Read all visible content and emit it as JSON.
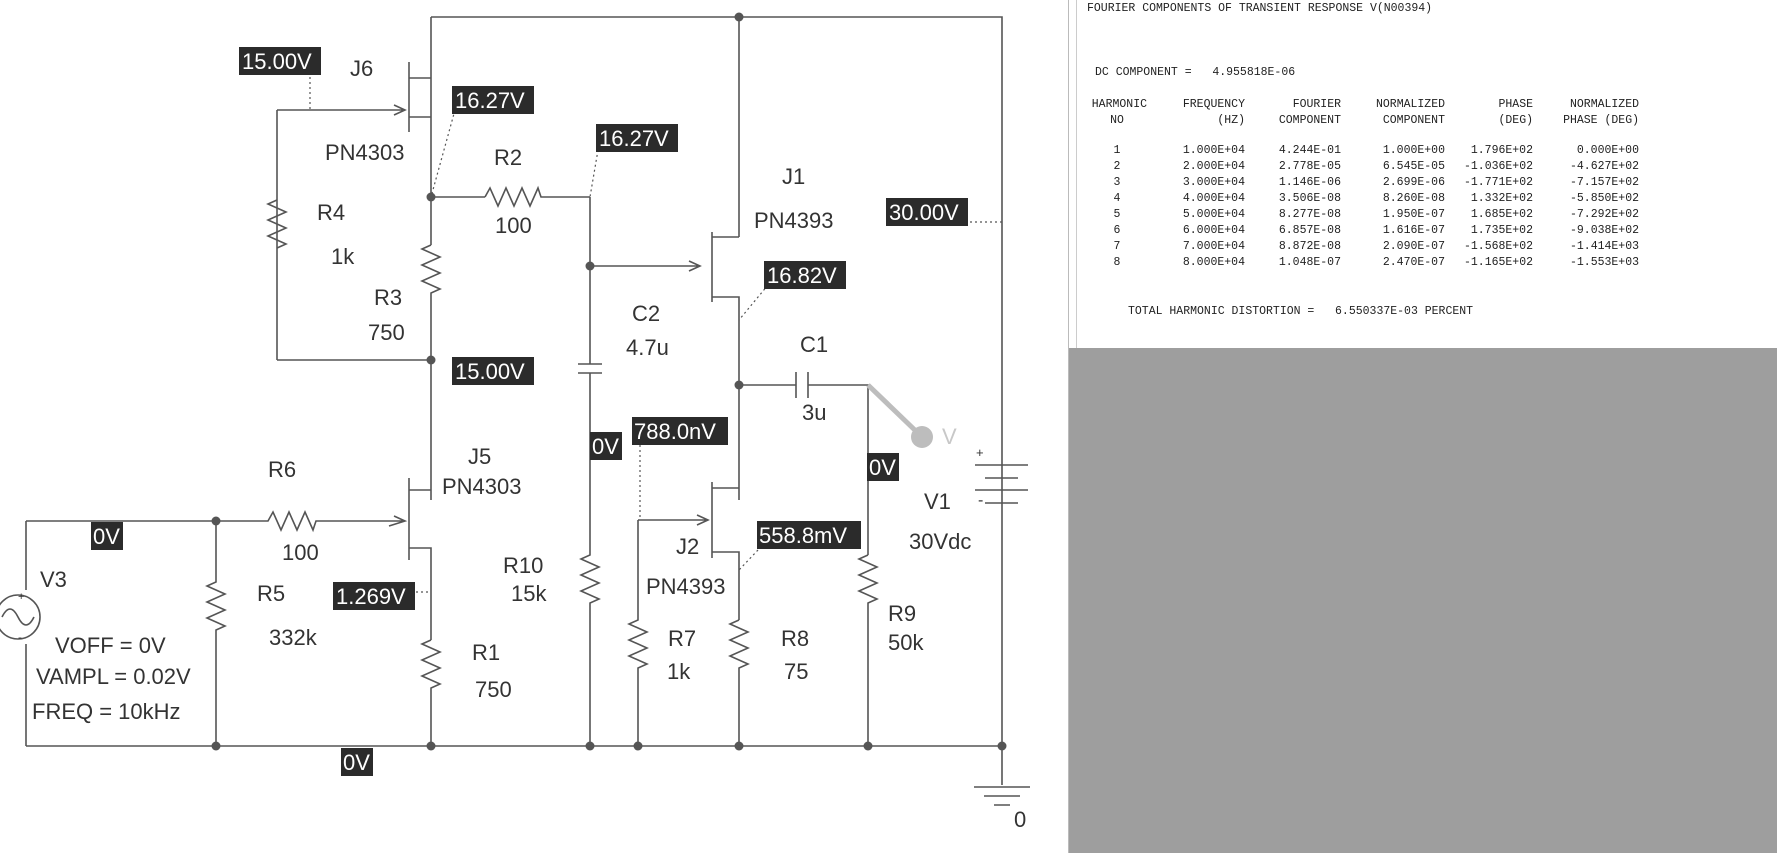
{
  "schematic": {
    "components": {
      "J6": {
        "ref": "J6",
        "model": "PN4303"
      },
      "J5": {
        "ref": "J5",
        "model": "PN4303"
      },
      "J1": {
        "ref": "J1",
        "model": "PN4393"
      },
      "J2": {
        "ref": "J2",
        "model": "PN4393"
      },
      "R1": {
        "ref": "R1",
        "value": "750"
      },
      "R2": {
        "ref": "R2",
        "value": "100"
      },
      "R3": {
        "ref": "R3",
        "value": "750"
      },
      "R4": {
        "ref": "R4",
        "value": "1k"
      },
      "R5": {
        "ref": "R5",
        "value": "332k"
      },
      "R6": {
        "ref": "R6",
        "value": "100"
      },
      "R7": {
        "ref": "R7",
        "value": "1k"
      },
      "R8": {
        "ref": "R8",
        "value": "75"
      },
      "R9": {
        "ref": "R9",
        "value": "50k"
      },
      "R10": {
        "ref": "R10",
        "value": "15k"
      },
      "C1": {
        "ref": "C1",
        "value": "3u"
      },
      "C2": {
        "ref": "C2",
        "value": "4.7u"
      },
      "V1": {
        "ref": "V1",
        "value": "30Vdc"
      },
      "V3": {
        "ref": "V3",
        "voff": "VOFF = 0V",
        "vampl": "VAMPL = 0.02V",
        "freq": "FREQ = 10kHz"
      },
      "ground": {
        "label": "0"
      }
    },
    "voltage_markers": {
      "j6_gate": "15.00V",
      "j6_source": "16.27V",
      "r2_node": "16.27V",
      "supply": "30.00V",
      "j1_source": "16.82V",
      "mid_node": "15.00V",
      "c2_bottom": "0V",
      "j2_gate": "788.0nV",
      "output": "0V",
      "input": "0V",
      "j2_source": "558.8mV",
      "j5_source": "1.269V",
      "ground": "0V"
    },
    "probe": {
      "label": "V",
      "color": "#bdbdbd"
    }
  },
  "report": {
    "title": "FOURIER COMPONENTS OF TRANSIENT RESPONSE V(N00394)",
    "dc_component": "DC COMPONENT =   4.955818E-06",
    "header_row1": [
      "HARMONIC",
      "FREQUENCY",
      "FOURIER",
      "NORMALIZED",
      "PHASE",
      "NORMALIZED"
    ],
    "header_row2": [
      "NO",
      "(HZ)",
      "COMPONENT",
      "COMPONENT",
      "(DEG)",
      "PHASE (DEG)"
    ],
    "rows": [
      [
        "1",
        "1.000E+04",
        "4.244E-01",
        "1.000E+00",
        "1.796E+02",
        "0.000E+00"
      ],
      [
        "2",
        "2.000E+04",
        "2.778E-05",
        "6.545E-05",
        "-1.036E+02",
        "-4.627E+02"
      ],
      [
        "3",
        "3.000E+04",
        "1.146E-06",
        "2.699E-06",
        "-1.771E+02",
        "-7.157E+02"
      ],
      [
        "4",
        "4.000E+04",
        "3.506E-08",
        "8.260E-08",
        "1.332E+02",
        "-5.850E+02"
      ],
      [
        "5",
        "5.000E+04",
        "8.277E-08",
        "1.950E-07",
        "1.685E+02",
        "-7.292E+02"
      ],
      [
        "6",
        "6.000E+04",
        "6.857E-08",
        "1.616E-07",
        "1.735E+02",
        "-9.038E+02"
      ],
      [
        "7",
        "7.000E+04",
        "8.872E-08",
        "2.090E-07",
        "-1.568E+02",
        "-1.414E+03"
      ],
      [
        "8",
        "8.000E+04",
        "1.048E-07",
        "2.470E-07",
        "-1.165E+02",
        "-1.553E+03"
      ]
    ],
    "thd": "TOTAL HARMONIC DISTORTION =   6.550337E-03 PERCENT"
  },
  "colors": {
    "background": "#ffffff",
    "wire": "#555555",
    "marker_bg": "#2b2b2b",
    "marker_text": "#ffffff",
    "grey_panel": "#9e9e9e"
  }
}
